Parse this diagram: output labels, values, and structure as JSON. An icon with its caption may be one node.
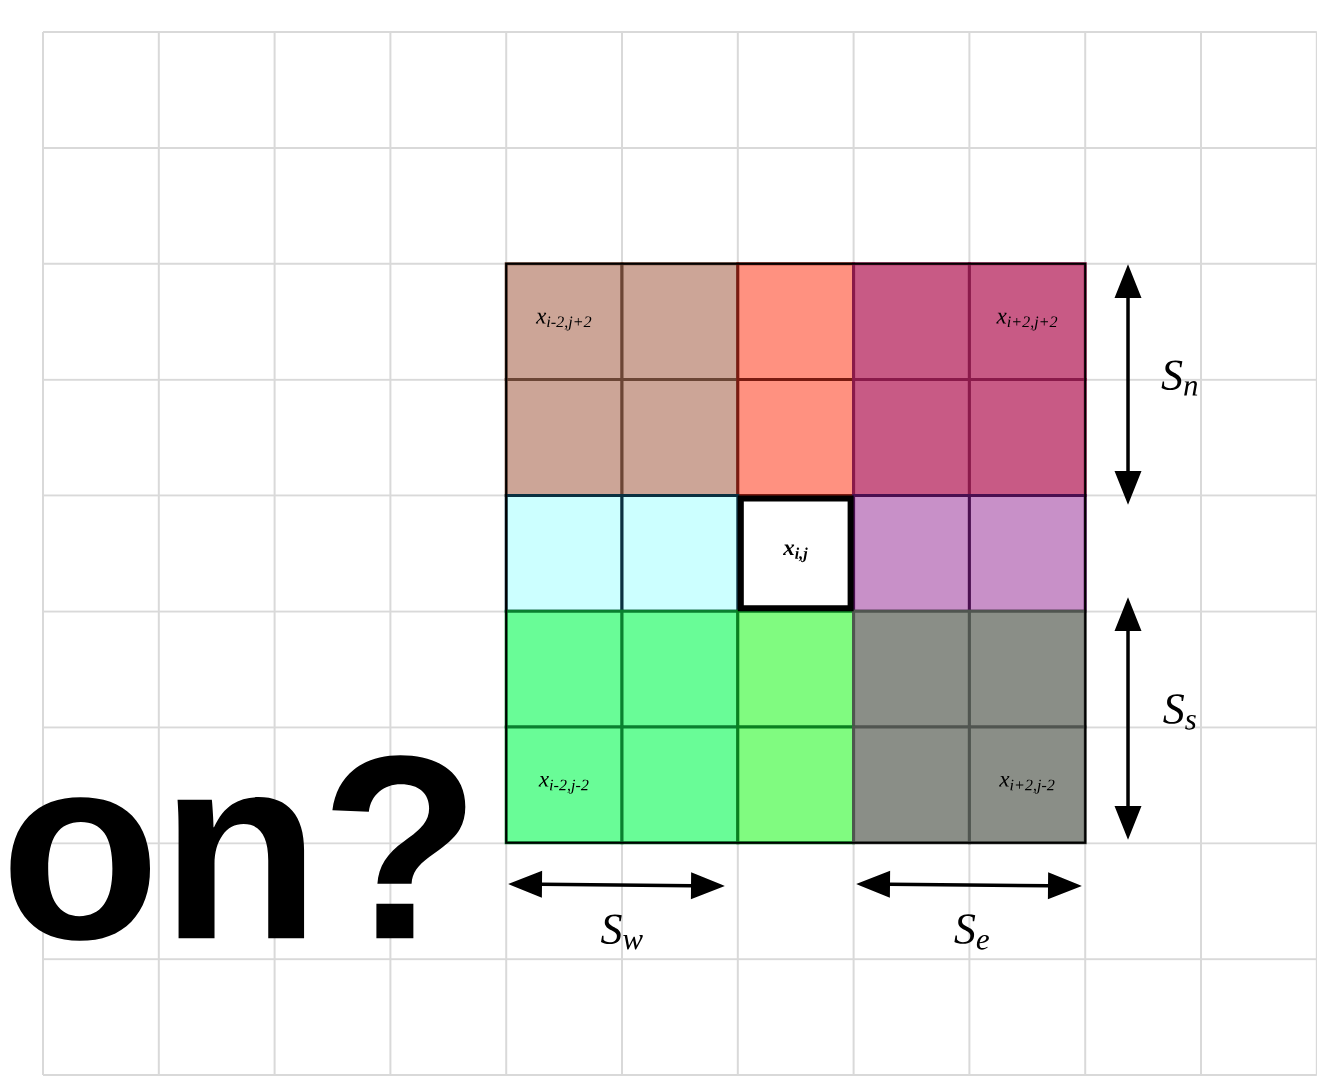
{
  "diagram": {
    "nodes": [
      {
        "text": [
          "x$_{i-2,j+2}$"
        ]
      },
      {
        "text": [],
        "shape": "box"
      },
      {
        "text": [],
        "shape": "box"
      },
      {
        "text": [],
        "shape": "box"
      },
      {
        "text": [
          "x$_{i+2,j+2}$"
        ]
      },
      {
        "text": [],
        "shape": "box"
      },
      {
        "text": [],
        "shape": "box"
      },
      {
        "text": [],
        "shape": "box"
      },
      {
        "text": [],
        "shape": "box"
      },
      {
        "text": [],
        "shape": "box"
      },
      {
        "text": [],
        "shape": "box"
      },
      {
        "text": [],
        "shape": "box"
      },
      {
        "text": [
          "x$_{i,j}$"
        ]
      },
      {
        "text": [],
        "shape": "box"
      },
      {
        "text": [],
        "shape": "box"
      },
      {
        "text": [],
        "shape": "box"
      },
      {
        "text": [],
        "shape": "box"
      },
      {
        "text": [],
        "shape": "box"
      },
      {
        "text": [],
        "shape": "box"
      },
      {
        "text": [],
        "shape": "box"
      },
      {
        "text": [
          "x$_{i-2,j-2}$"
        ]
      },
      {
        "text": [],
        "shape": "box"
      },
      {
        "text": [],
        "shape": "box"
      },
      {
        "text": [],
        "shape": "box"
      },
      {
        "text": [
          "x$_{i+2,j-2}$"
        ]
      }
    ],
    "labels": [
      "S$_{n}$",
      "S$_{s}$",
      "on?",
      "S$_{w}$",
      "S$_{e}$"
    ]
  }
}
